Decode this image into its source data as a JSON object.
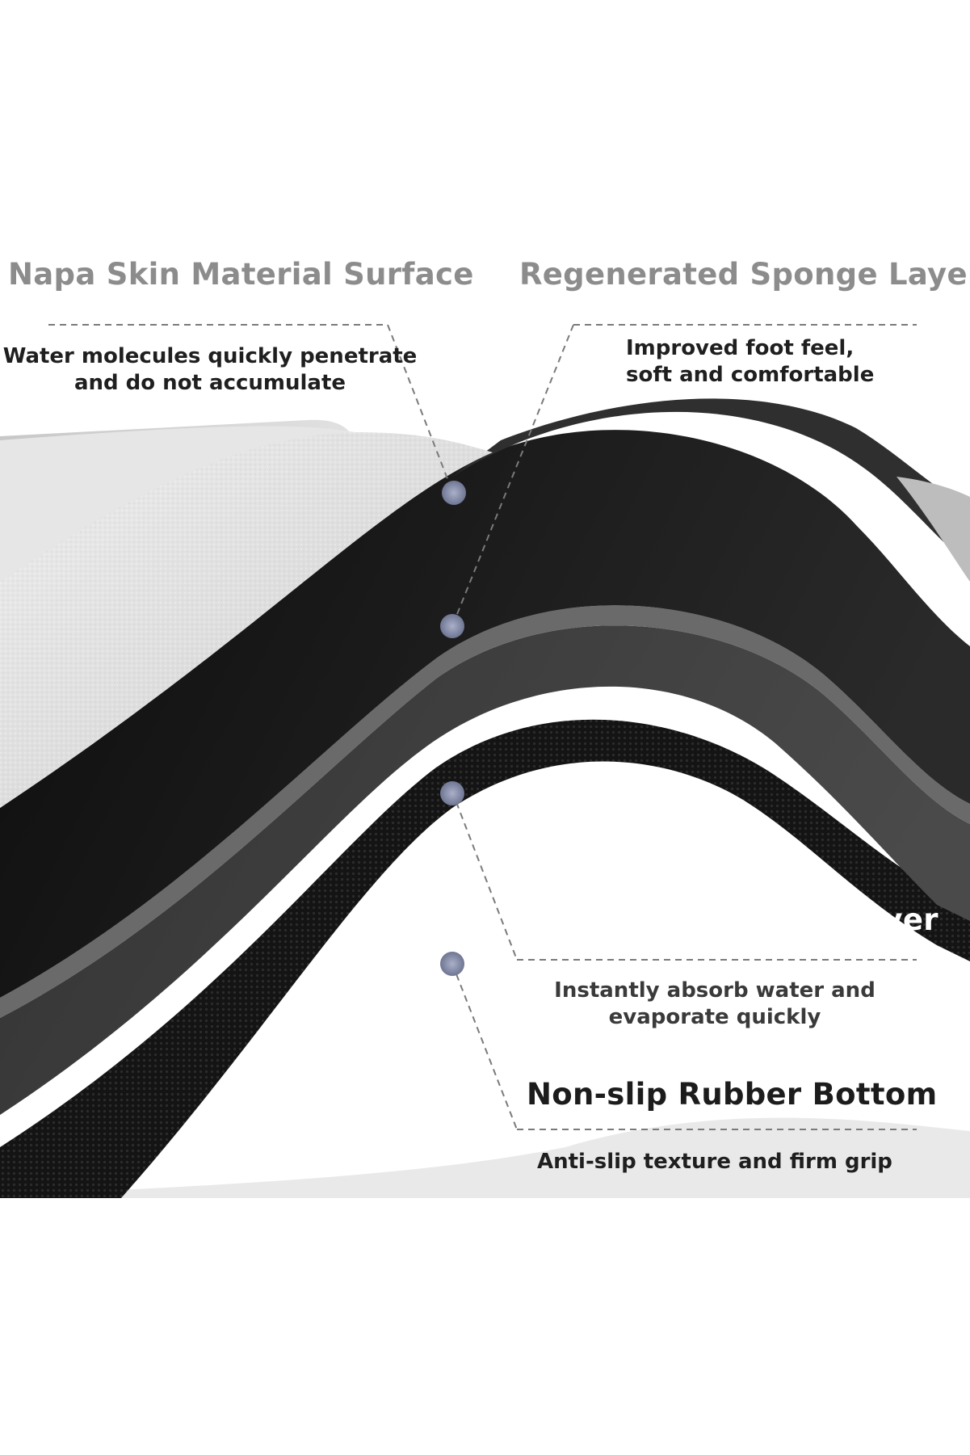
{
  "labels": {
    "napa": {
      "title": "Napa Skin Material Surface",
      "desc_line1": "Water molecules quickly penetrate",
      "desc_line2": "and do not accumulate"
    },
    "sponge": {
      "title": "Regenerated Sponge Layer",
      "desc_line1": "Improved foot feel,",
      "desc_line2": "soft and comfortable"
    },
    "foam": {
      "title": "Foam Absorbent Layer",
      "desc_line1": "Instantly absorb water and",
      "desc_line2": "evaporate quickly"
    },
    "rubber": {
      "title": "Non-slip Rubber Bottom",
      "desc": "Anti-slip texture and firm grip"
    }
  },
  "colors": {
    "surface": "#d9d9d9",
    "sponge": "#1b1b1b",
    "foam": "#3d3d3d",
    "rubber": "#262626",
    "marker": "#8f96b0"
  }
}
